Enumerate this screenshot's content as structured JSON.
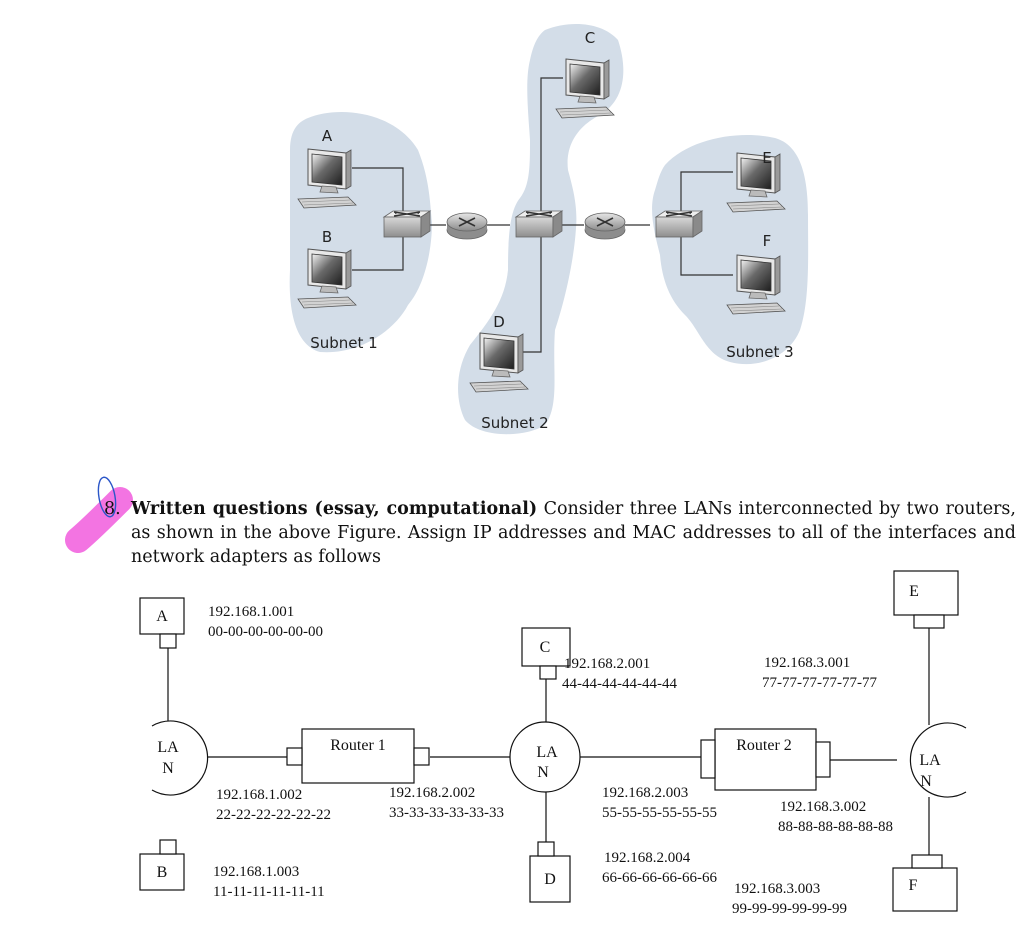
{
  "top_figure": {
    "hosts": [
      "A",
      "B",
      "C",
      "D",
      "E",
      "F"
    ],
    "subnets": [
      "Subnet 1",
      "Subnet 2",
      "Subnet 3"
    ]
  },
  "question": {
    "number": "8.",
    "title": "Written questions (essay, computational)",
    "text": "Consider three LANs interconnected by two routers, as shown in the above Figure. Assign IP addresses and MAC addresses to all of the interfaces and network adapters as follows"
  },
  "bottom_figure": {
    "hosts": [
      "A",
      "B",
      "C",
      "D",
      "E",
      "F"
    ],
    "routers": [
      "Router 1",
      "Router 2"
    ],
    "lan_label": "LA\nN",
    "addresses": {
      "a": {
        "ip": "192.168.1.001",
        "mac": "00-00-00-00-00-00"
      },
      "b": {
        "ip": "192.168.1.003",
        "mac": "11-11-11-11-11-11"
      },
      "r1_left": {
        "ip": "192.168.1.002",
        "mac": "22-22-22-22-22-22"
      },
      "r1_right": {
        "ip": "192.168.2.002",
        "mac": "33-33-33-33-33-33"
      },
      "c": {
        "ip": "192.168.2.001",
        "mac": "44-44-44-44-44-44"
      },
      "r2_left": {
        "ip": "192.168.2.003",
        "mac": "55-55-55-55-55-55"
      },
      "d": {
        "ip": "192.168.2.004",
        "mac": "66-66-66-66-66-66"
      },
      "e": {
        "ip": "192.168.3.001",
        "mac": "77-77-77-77-77-77"
      },
      "r2_right": {
        "ip": "192.168.3.002",
        "mac": "88-88-88-88-88-88"
      },
      "f": {
        "ip": "192.168.3.003",
        "mac": "99-99-99-99-99-99"
      }
    }
  }
}
